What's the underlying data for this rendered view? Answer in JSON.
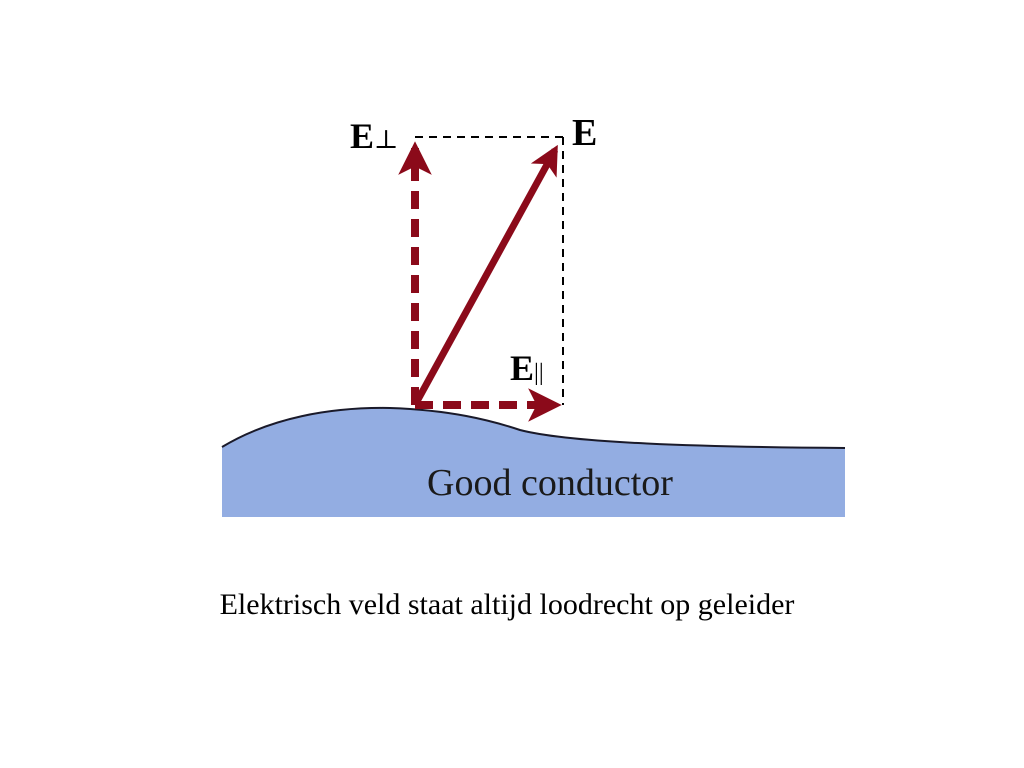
{
  "diagram": {
    "labels": {
      "e_perp": "E",
      "e_perp_sub": "⊥",
      "e_total": "E",
      "e_parallel": "E",
      "e_parallel_sub": "||",
      "conductor": "Good conductor"
    },
    "colors": {
      "vector": "#8b0a1a",
      "conductor_fill": "#93ade2",
      "dashed_guide": "#000000"
    }
  },
  "caption": "Elektrisch veld staat altijd loodrecht op geleider"
}
